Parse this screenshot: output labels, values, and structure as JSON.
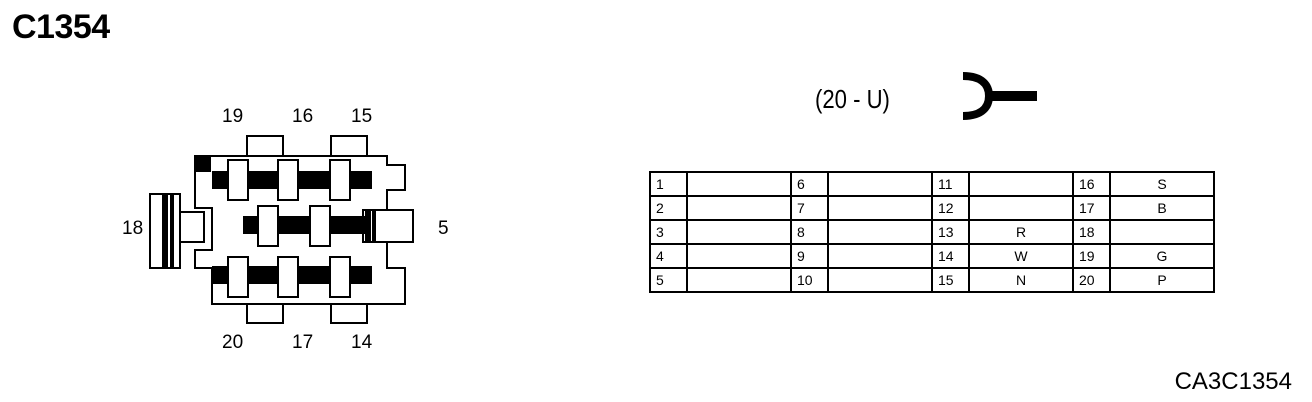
{
  "connector": {
    "title": "C1354",
    "type_label": "(20 - U)",
    "code": "CA3C1354"
  },
  "housing_labels": {
    "top": [
      "19",
      "16",
      "15"
    ],
    "bottom": [
      "20",
      "17",
      "14"
    ],
    "left": "18",
    "right": "5"
  },
  "pin_table": [
    [
      {
        "pin": "1",
        "color": ""
      },
      {
        "pin": "6",
        "color": ""
      },
      {
        "pin": "11",
        "color": ""
      },
      {
        "pin": "16",
        "color": "S"
      }
    ],
    [
      {
        "pin": "2",
        "color": ""
      },
      {
        "pin": "7",
        "color": ""
      },
      {
        "pin": "12",
        "color": ""
      },
      {
        "pin": "17",
        "color": "B"
      }
    ],
    [
      {
        "pin": "3",
        "color": ""
      },
      {
        "pin": "8",
        "color": ""
      },
      {
        "pin": "13",
        "color": "R"
      },
      {
        "pin": "18",
        "color": ""
      }
    ],
    [
      {
        "pin": "4",
        "color": ""
      },
      {
        "pin": "9",
        "color": ""
      },
      {
        "pin": "14",
        "color": "W"
      },
      {
        "pin": "19",
        "color": "G"
      }
    ],
    [
      {
        "pin": "5",
        "color": ""
      },
      {
        "pin": "10",
        "color": ""
      },
      {
        "pin": "15",
        "color": "N"
      },
      {
        "pin": "20",
        "color": "P"
      }
    ]
  ]
}
